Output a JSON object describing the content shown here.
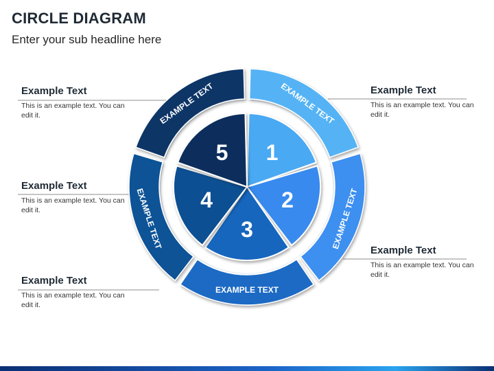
{
  "slide": {
    "title": "CIRCLE DIAGRAM",
    "subtitle": "Enter your sub headline here"
  },
  "diagram": {
    "segments": [
      {
        "number": "1",
        "ring_label": "EXAMPLE TEXT",
        "color": "#55b3f5",
        "inner_color": "#4aa9f3"
      },
      {
        "number": "2",
        "ring_label": "EXAMPLE TEXT",
        "color": "#3d8ff0",
        "inner_color": "#378aee"
      },
      {
        "number": "3",
        "ring_label": "EXAMPLE TEXT",
        "color": "#1a6bc4",
        "inner_color": "#1866be"
      },
      {
        "number": "4",
        "ring_label": "EXAMPLE TEXT",
        "color": "#0d5296",
        "inner_color": "#0b4f93"
      },
      {
        "number": "5",
        "ring_label": "EXAMPLE TEXT",
        "color": "#0a3666",
        "inner_color": "#082f5c"
      }
    ]
  },
  "callouts": [
    {
      "heading": "Example Text",
      "body": "This is an example text. You can edit it."
    },
    {
      "heading": "Example Text",
      "body": "This is an example text. You can edit it."
    },
    {
      "heading": "Example Text",
      "body": "This is an example text. You can edit it."
    },
    {
      "heading": "Example Text",
      "body": "This is an example text. You can edit it."
    },
    {
      "heading": "Example Text",
      "body": "This is an example text. You can edit it."
    }
  ],
  "colors": {
    "background": "#ffffff",
    "leader_line": "#8c8c8c",
    "bottom_bar_start": "#0b2f73",
    "bottom_bar_end": "#2aa3ee"
  }
}
